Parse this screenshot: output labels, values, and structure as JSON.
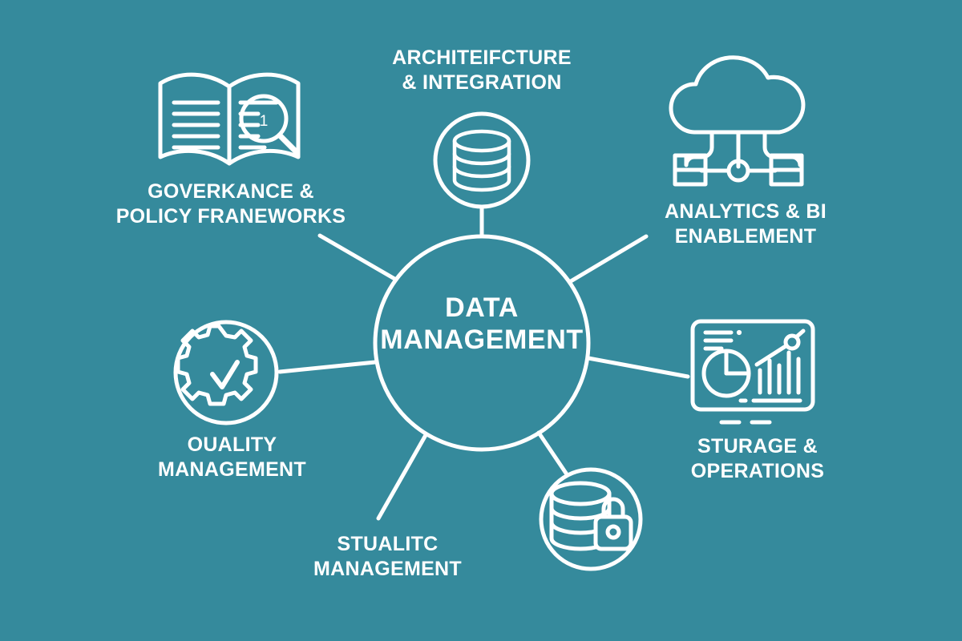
{
  "theme": {
    "background_color": "#358a9c",
    "line_color": "#ffffff",
    "text_color": "#ffffff"
  },
  "center": {
    "title": "DATA\nMANAGEMENT",
    "icon": "none"
  },
  "nodes": [
    {
      "id": "architecture-integration",
      "label": "ARCHITEIFCTURE\n& INTEGRATION",
      "icon": "database-icon",
      "has_circle_badge": true
    },
    {
      "id": "governance-policy-frameworks",
      "label": "GOVERKANCE &\nPOLICY FRANEWORKS",
      "icon": "open-book-magnifier-icon",
      "has_circle_badge": false
    },
    {
      "id": "analytics-bi-enablement",
      "label": "ANALYTICS & BI\nENABLEMENT",
      "icon": "cloud-network-icon",
      "has_circle_badge": false
    },
    {
      "id": "storage-operations",
      "label": "STURAGE &\nOPERATIONS",
      "icon": "dashboard-analytics-icon",
      "has_circle_badge": false
    },
    {
      "id": "quality-management",
      "label": "OUALITY\nMANAGEMENT",
      "icon": "gear-check-icon",
      "has_circle_badge": true
    },
    {
      "id": "security-management",
      "label": "STUALITC\nMANAGEMENT",
      "icon": "database-lock-icon",
      "has_circle_badge": true
    }
  ]
}
